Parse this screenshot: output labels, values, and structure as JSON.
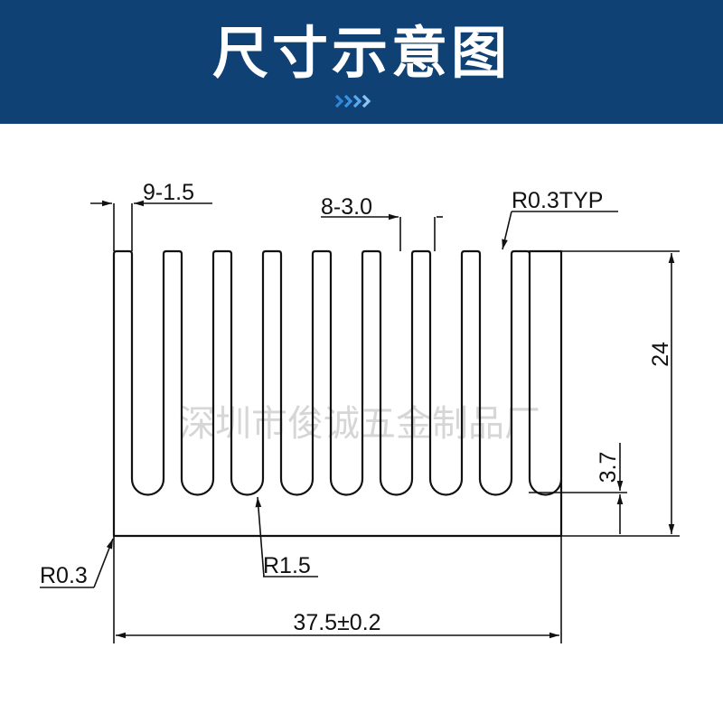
{
  "header": {
    "title": "尺寸示意图",
    "background_color": "#0f4174",
    "accent_color": "#2f86d6",
    "decor_icon": "triple-chevron-right-icon"
  },
  "drawing": {
    "watermark": "深圳市俊诚五金制品厂",
    "labels": {
      "fin_thickness": "9-1.5",
      "slot_width": "8-3.0",
      "tip_radius": "R0.3TYP",
      "height": "24",
      "base_thickness": "3.7",
      "corner_radius": "R0.3",
      "root_radius": "R1.5",
      "width": "37.5±0.2"
    }
  }
}
